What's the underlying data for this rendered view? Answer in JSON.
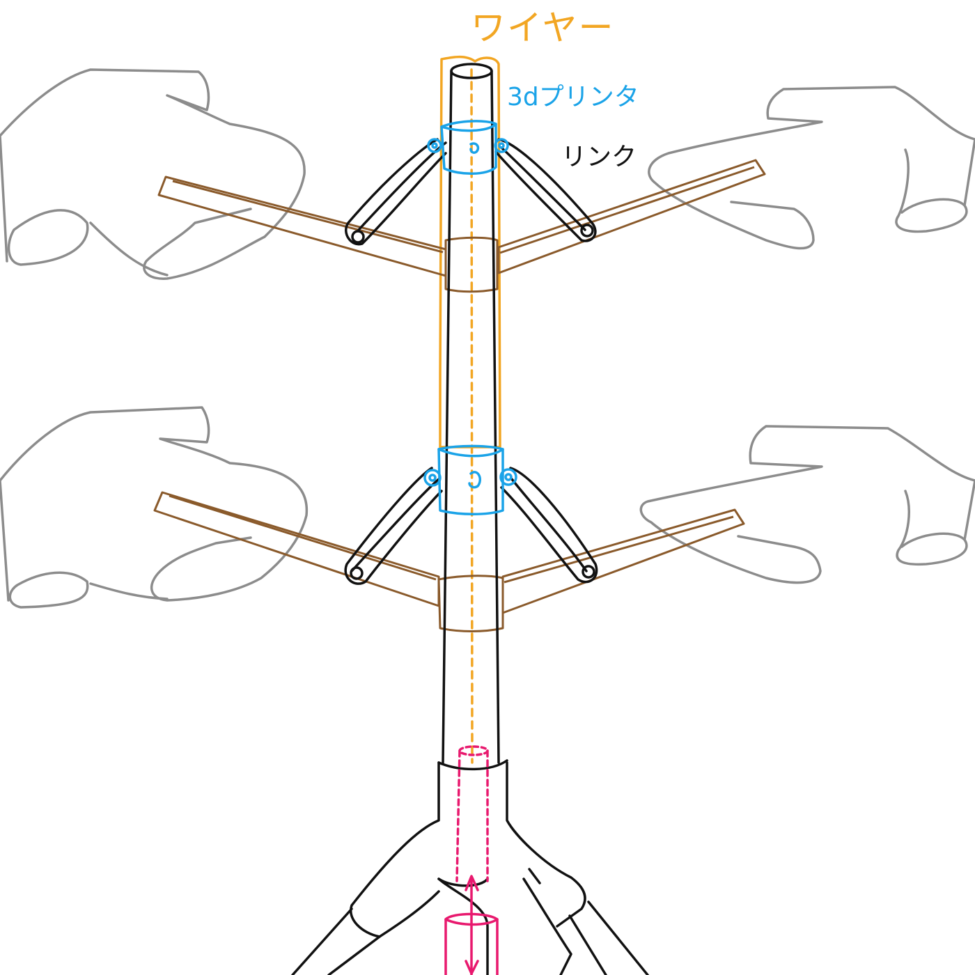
{
  "labels": {
    "wire": "ワイヤー",
    "printer": "3dプリンタ",
    "link": "リンク"
  },
  "colors": {
    "background": "#ffffff",
    "outline": "#111111",
    "hands": "#8c8c8c",
    "wire": "#f2a623",
    "printer_parts": "#1aa3e8",
    "paddles": "#8a5a2b",
    "base_mechanism": "#e8196e",
    "label_link": "#111111"
  },
  "icons": {
    "wire": "wire-outline-icon",
    "printer_parts": "3d-printed-collar-icon",
    "link": "link-arm-icon",
    "hand": "hand-icon",
    "arrow": "double-arrow-icon"
  }
}
